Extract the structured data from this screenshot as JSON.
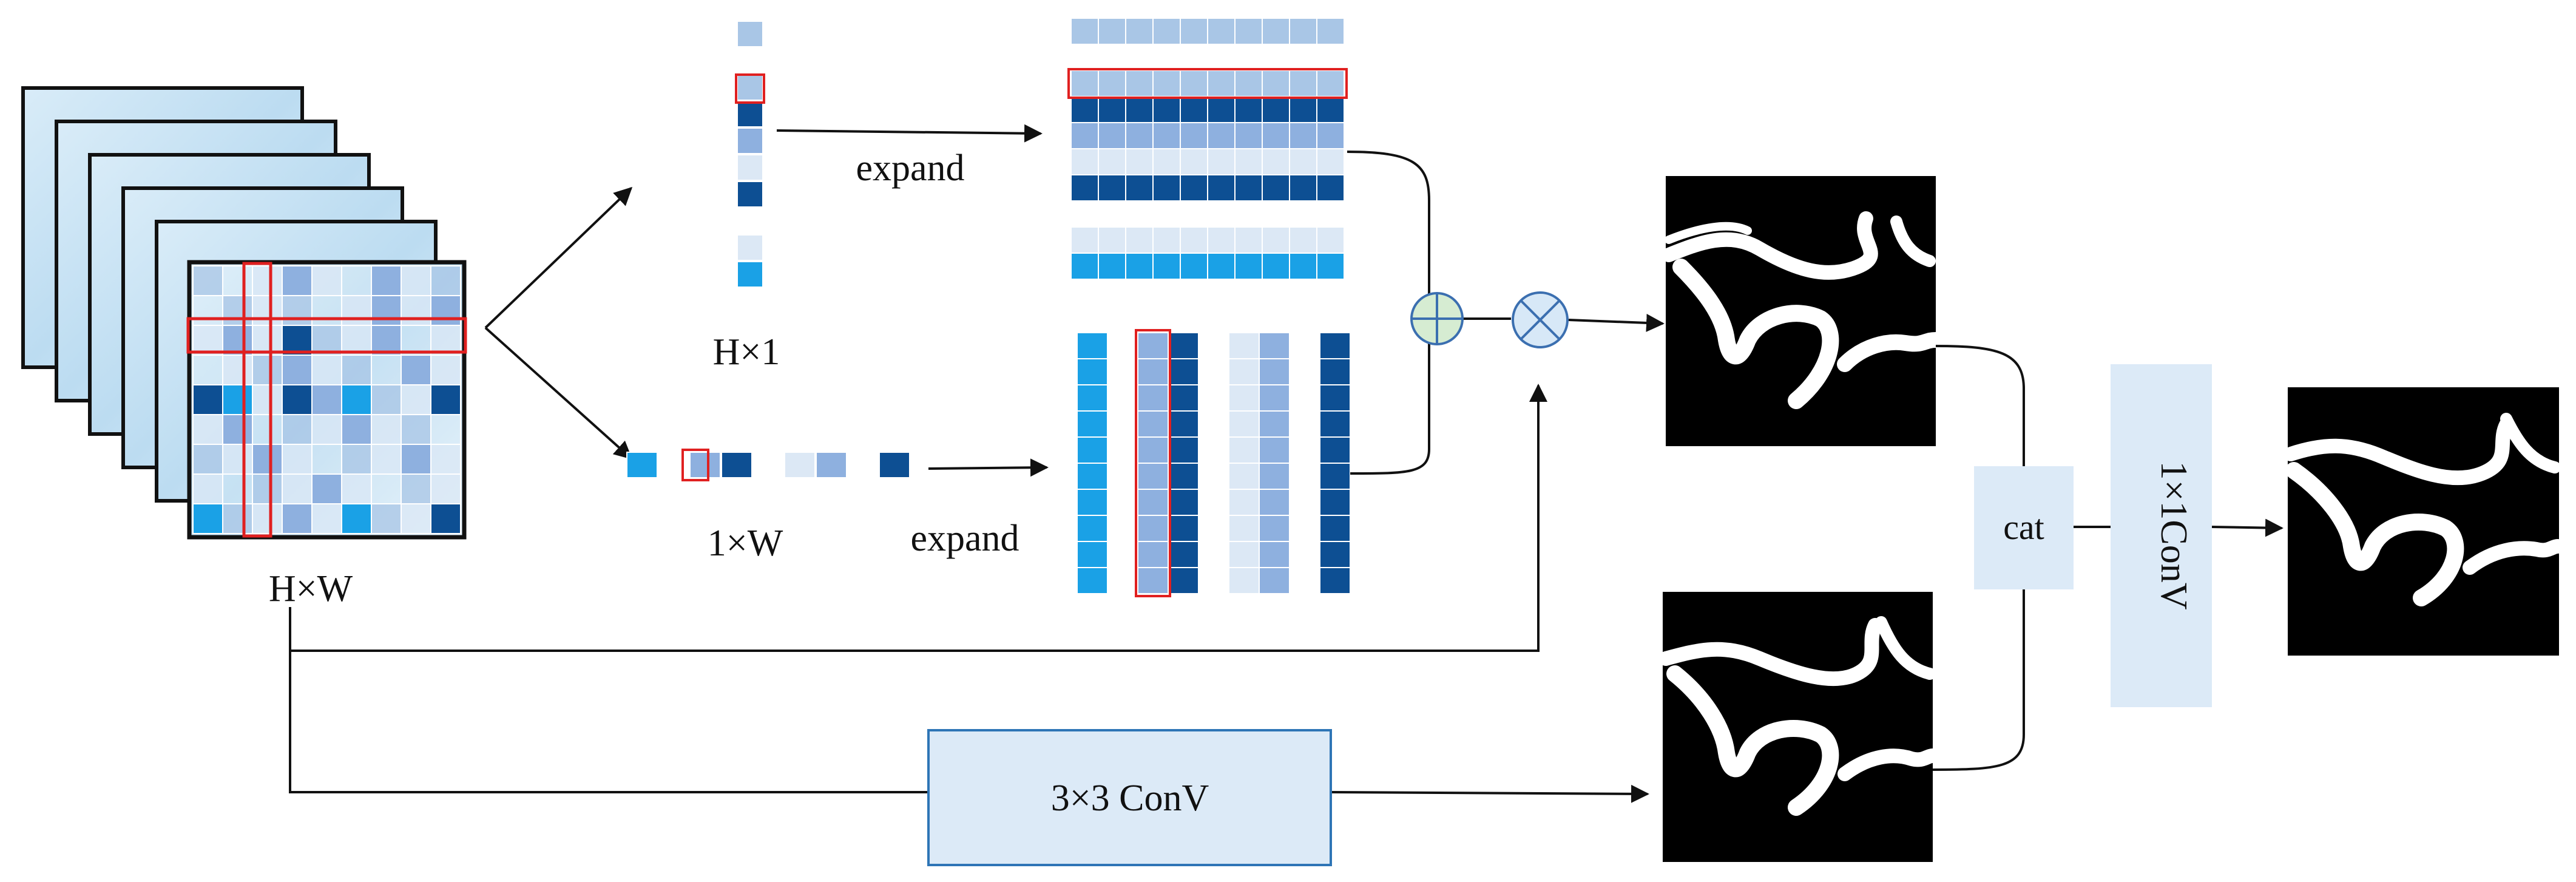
{
  "labels": {
    "input_size": "H×W",
    "col_vector_size": "H×1",
    "row_vector_size": "1×W",
    "expand_top": "expand",
    "expand_bottom": "expand",
    "conv3": "3×3 ConV",
    "cat": "cat",
    "conv1": "1×1ConV"
  },
  "operators": {
    "add": "element-wise addition (⊕)",
    "multiply": "element-wise multiplication (⊗)"
  },
  "colors": {
    "light_blue": "#a9c6e6",
    "mid_blue": "#8eb0df",
    "dark_blue": "#0d4f93",
    "bright_blue": "#1aa1e6",
    "pale_blue": "#dce8f5",
    "highlight_red": "#e02020",
    "box_fill": "#dceaf7",
    "box_stroke": "#2e75b6",
    "add_fill": "#d6ecd2",
    "mul_fill": "#d7e8f7"
  }
}
